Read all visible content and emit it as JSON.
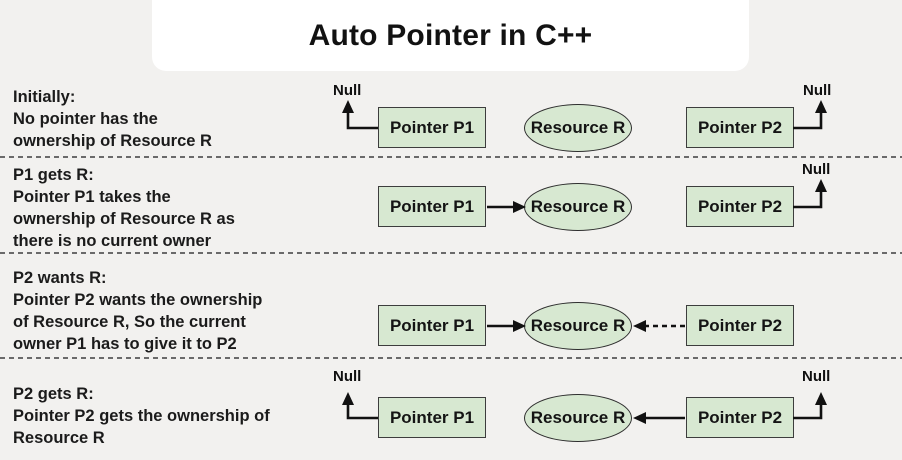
{
  "title": "Auto Pointer in C++",
  "labels": {
    "null_ref": "Null",
    "pointer_p1": "Pointer P1",
    "pointer_p2": "Pointer P2",
    "resource": "Resource R"
  },
  "rows": [
    {
      "heading": "Initially:",
      "body": "No pointer has the\nownership of Resource R"
    },
    {
      "heading": "P1 gets R:",
      "body": "Pointer P1 takes the\nownership of Resource R as\nthere is no current owner"
    },
    {
      "heading": "P2 wants R:",
      "body": "Pointer P2 wants the ownership\nof Resource R, So the current\nowner P1 has to give it to P2"
    },
    {
      "heading": "P2 gets R:",
      "body": "Pointer P2 gets the ownership of\nResource R"
    }
  ],
  "colors": {
    "background": "#f2f1ef",
    "panel": "#ffffff",
    "node_fill": "#d7e8d1",
    "node_border": "#3d3d3d",
    "text": "#1b1b1b",
    "separator": "#6a6a6a",
    "arrow": "#111111"
  }
}
